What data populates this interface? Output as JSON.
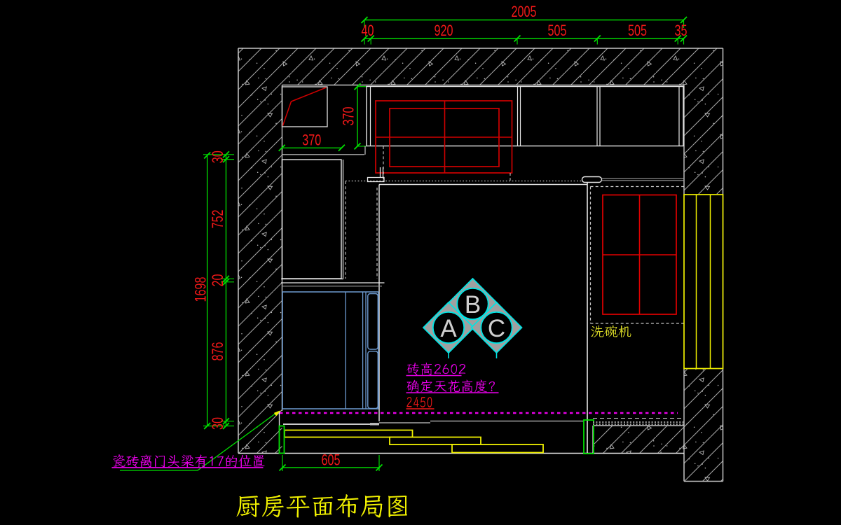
{
  "title": {
    "text": "厨房平面布局图"
  },
  "dimensions": {
    "top": {
      "total": "2005",
      "segments": [
        "40",
        "920",
        "505",
        "505",
        "35"
      ]
    },
    "left": {
      "total": "1698",
      "segments": [
        "30",
        "752",
        "20",
        "876",
        "30"
      ]
    },
    "duct_width": "370",
    "cabinet_depth": "370",
    "door_width": "605"
  },
  "annotations": {
    "dishwasher": "洗碗机",
    "tile_note": "瓷砖离门头梁有17的位置",
    "brick_height": "砖高2602",
    "ceiling_question": "确定天花高度?",
    "ceiling_height": "2450"
  },
  "markers": {
    "labels": [
      "A",
      "B",
      "C"
    ]
  },
  "colors": {
    "background": "#000000",
    "dimension": "#00d400",
    "dimension_text": "#f01818",
    "cabinet": "#e8e8e8",
    "appliance_red": "#cf0000",
    "plinth_yellow": "#f0f000",
    "note_magenta": "#e800e8",
    "marker_cyan": "#00e5e5",
    "fridge_blue": "#6d9ad0"
  }
}
